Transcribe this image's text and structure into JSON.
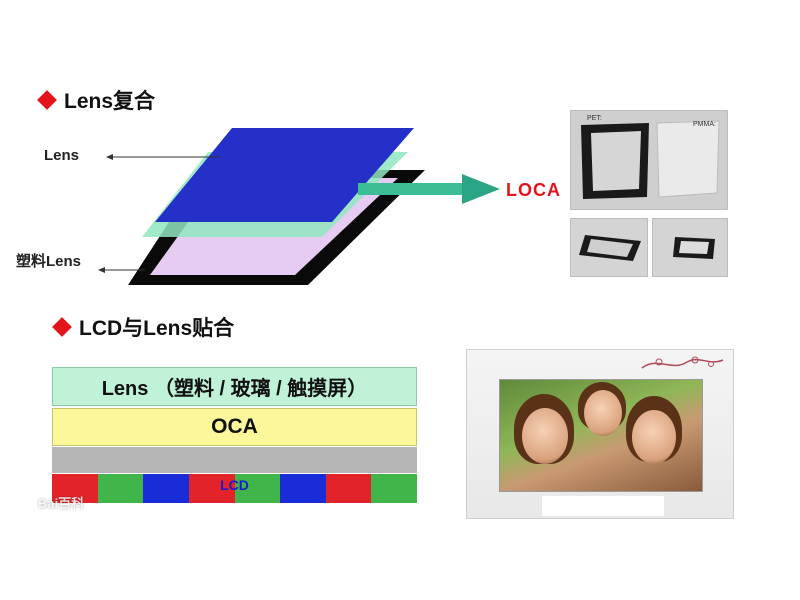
{
  "section1": {
    "title": "Lens复合"
  },
  "exploded": {
    "label_lens": "Lens",
    "label_plastic_lens": "塑料Lens",
    "label_loca": "LOCA"
  },
  "photo_top": {
    "label_left": "PET:",
    "label_right": "PMMA:"
  },
  "section2": {
    "title": "LCD与Lens贴合"
  },
  "stack": {
    "lens_label": "Lens （塑料 / 玻璃 / 触摸屏）",
    "oca_label": "OCA",
    "lcd_label": "LCD",
    "pixel_colors": [
      "#e2242a",
      "#3fb54a",
      "#1a2bd8",
      "#e2242a",
      "#3fb54a",
      "#1a2bd8",
      "#e2242a",
      "#3fb54a"
    ]
  },
  "watermark": {
    "text": "Bai百科"
  },
  "colors": {
    "accent_red": "#e4141b",
    "lens_blue": "#2430c8",
    "layer_green": "#7fe0b5",
    "arrow_teal": "#2aa585"
  }
}
